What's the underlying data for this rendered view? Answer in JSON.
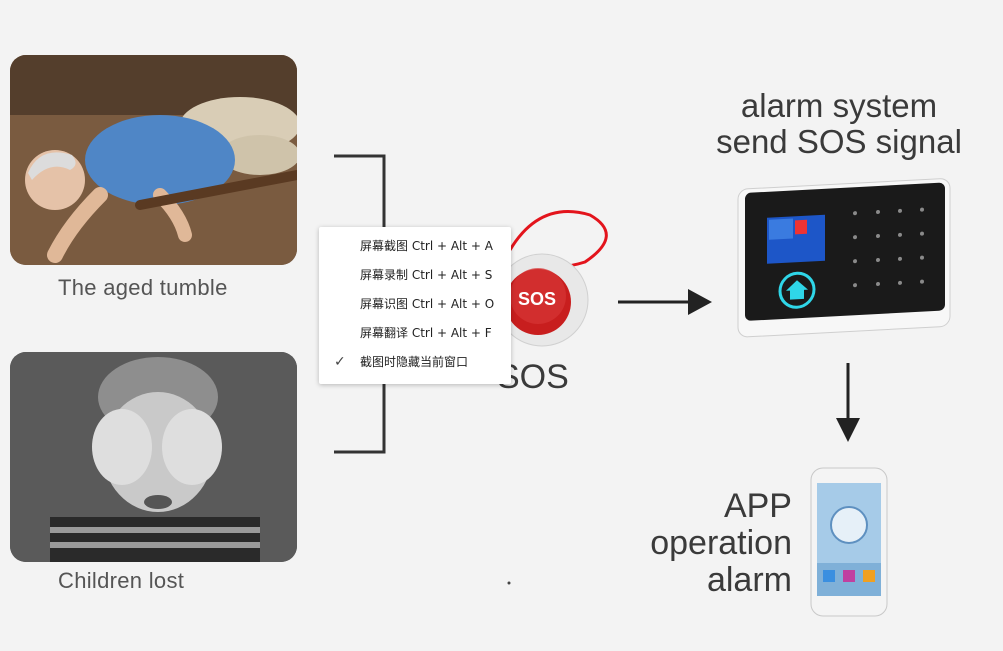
{
  "captions": {
    "elder": "The aged tumble",
    "child": "Children lost"
  },
  "sos": {
    "label": "SOS",
    "button_text": "SOS"
  },
  "panel_title": {
    "line1": "alarm system",
    "line2": "send SOS signal"
  },
  "app_text": {
    "line1": "APP",
    "line2": "operation",
    "line3": "alarm"
  },
  "context_menu": {
    "items": [
      {
        "label": "屏幕截图 Ctrl + Alt + A",
        "checked": false
      },
      {
        "label": "屏幕录制 Ctrl + Alt + S",
        "checked": false
      },
      {
        "label": "屏幕识图 Ctrl + Alt + O",
        "checked": false
      },
      {
        "label": "屏幕翻译 Ctrl + Alt + F",
        "checked": false
      },
      {
        "label": "截图时隐藏当前窗口",
        "checked": true
      }
    ],
    "check_glyph": "✓"
  },
  "colors": {
    "background": "#f3f3f3",
    "sos_red": "#c81e1e",
    "cable_red": "#e3141c",
    "panel_dark": "#1a1a1a",
    "accent_cyan": "#2fd6e8"
  },
  "icons": [
    "check-icon",
    "home-icon",
    "arrow-right-icon",
    "arrow-down-icon"
  ]
}
